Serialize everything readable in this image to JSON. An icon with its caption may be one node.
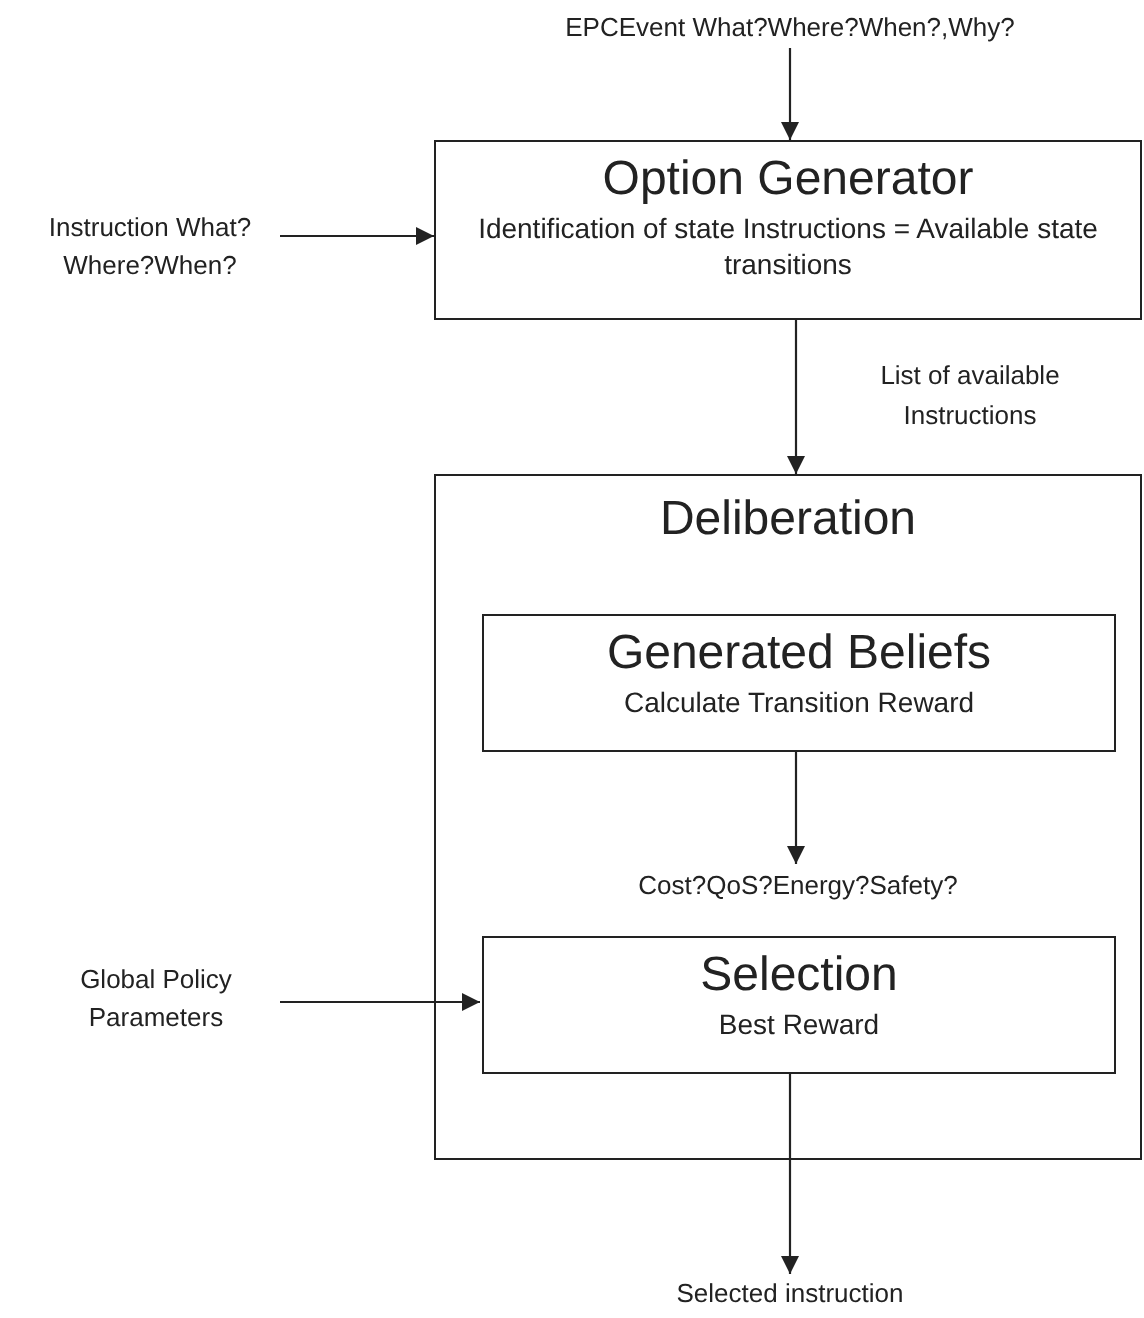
{
  "diagram": {
    "nodes": [
      {
        "text": [
          "EPCEvent What?Where?When?,Why?"
        ]
      },
      {
        "text": [
          "Instruction What?Where?When?"
        ]
      },
      {
        "text": [
          "Option Generator",
          "Identification of state Instructions = Available state transitions"
        ]
      },
      {
        "text": [
          "Deliberation"
        ]
      },
      {
        "text": [
          "Generated Beliefs",
          "Calculate Transition Reward"
        ],
        "in": 3
      },
      {
        "text": [
          "Cost?QoS?Energy?Safety?"
        ],
        "in": 3
      },
      {
        "text": [
          "Selection",
          "Best Reward"
        ],
        "in": 3
      },
      {
        "text": [
          "Global Policy Parameters"
        ]
      },
      {
        "text": [
          "Selected instruction"
        ]
      }
    ],
    "edges": [
      {
        "from": 0,
        "to": 2,
        "arrow": "to"
      },
      {
        "from": 1,
        "to": 2,
        "arrow": "to"
      },
      {
        "from": 2,
        "to": 3,
        "arrow": "to",
        "label": "List of available Instructions"
      },
      {
        "from": 4,
        "to": 5,
        "arrow": "to"
      },
      {
        "from": 7,
        "to": 6,
        "arrow": "to"
      },
      {
        "from": 6,
        "to": 8,
        "arrow": "to"
      }
    ]
  }
}
